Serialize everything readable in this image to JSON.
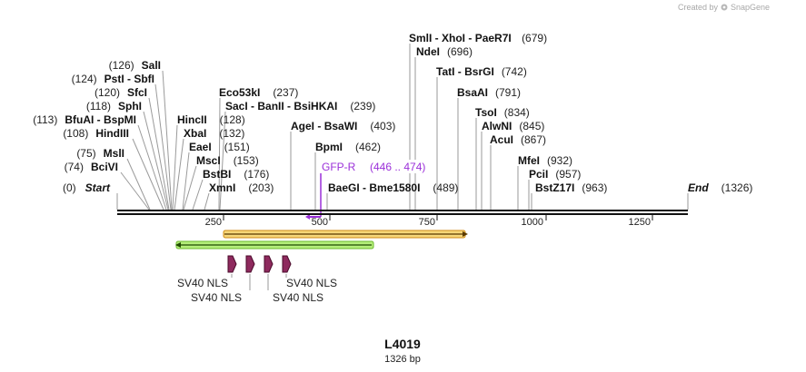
{
  "credit": {
    "text": "Created by",
    "brand": "SnapGene"
  },
  "sequence": {
    "name": "L4019",
    "length_label": "1326 bp",
    "length": 1326
  },
  "ruler": {
    "ticks": [
      "250",
      "500",
      "750",
      "1000",
      "1250"
    ]
  },
  "sites": [
    {
      "parts": [
        "SmlI",
        "XhoI",
        "PaeR7I"
      ],
      "pos": "(679)"
    },
    {
      "parts": [
        "NdeI"
      ],
      "pos": "(696)"
    },
    {
      "parts": [
        "TatI",
        "BsrGI"
      ],
      "pos": "(742)"
    },
    {
      "parts": [
        "BsaAI"
      ],
      "pos": "(791)"
    },
    {
      "parts": [
        "TsoI"
      ],
      "pos": "(834)"
    },
    {
      "parts": [
        "AlwNI"
      ],
      "pos": "(845)"
    },
    {
      "parts": [
        "AcuI"
      ],
      "pos": "(867)"
    },
    {
      "parts": [
        "MfeI"
      ],
      "pos": "(932)"
    },
    {
      "parts": [
        "PciI"
      ],
      "pos": "(957)"
    },
    {
      "parts": [
        "BstZ17I"
      ],
      "pos": "(963)"
    },
    {
      "parts": [
        "End"
      ],
      "pos": "(1326)"
    },
    {
      "parts": [
        "SalI"
      ],
      "pos": "(126)"
    },
    {
      "parts": [
        "PstI",
        "SbfI"
      ],
      "pos": "(124)"
    },
    {
      "parts": [
        "SfcI"
      ],
      "pos": "(120)"
    },
    {
      "parts": [
        "SphI"
      ],
      "pos": "(118)"
    },
    {
      "parts": [
        "BfuAI",
        "BspMI"
      ],
      "pos": "(113)"
    },
    {
      "parts": [
        "HindIII"
      ],
      "pos": "(108)"
    },
    {
      "parts": [
        "MslI"
      ],
      "pos": "(75)"
    },
    {
      "parts": [
        "BciVI"
      ],
      "pos": "(74)"
    },
    {
      "parts": [
        "Start"
      ],
      "pos": "(0)"
    },
    {
      "parts": [
        "Eco53kI"
      ],
      "pos": "(237)"
    },
    {
      "parts": [
        "SacI",
        "BanII",
        "BsiHKAI"
      ],
      "pos": "(239)"
    },
    {
      "parts": [
        "AgeI",
        "BsaWI"
      ],
      "pos": "(403)"
    },
    {
      "parts": [
        "BpmI"
      ],
      "pos": "(462)"
    },
    {
      "parts": [
        "BaeGI",
        "Bme1580I"
      ],
      "pos": "(489)"
    },
    {
      "parts": [
        "HincII"
      ],
      "pos": "(128)"
    },
    {
      "parts": [
        "XbaI"
      ],
      "pos": "(132)"
    },
    {
      "parts": [
        "EaeI"
      ],
      "pos": "(151)"
    },
    {
      "parts": [
        "MscI"
      ],
      "pos": "(153)"
    },
    {
      "parts": [
        "BstBI"
      ],
      "pos": "(176)"
    },
    {
      "parts": [
        "XmnI"
      ],
      "pos": "(203)"
    }
  ],
  "primer": {
    "name": "GFP-R",
    "range": "(446 .. 474)"
  },
  "features": [
    "SV40 NLS",
    "SV40 NLS",
    "SV40 NLS",
    "SV40 NLS"
  ],
  "colors": {
    "primer": "#9b30d9",
    "green_bar": "#7cd63a",
    "orange_bar": "#f0a020",
    "nls": "#8e2a5e"
  }
}
